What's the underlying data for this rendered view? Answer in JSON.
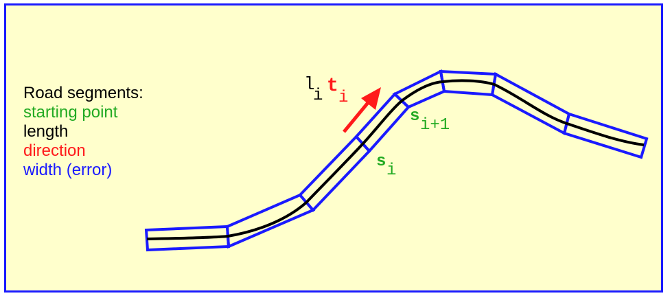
{
  "legend": {
    "title": "Road segments:",
    "starting_point": "starting point",
    "length": "length",
    "direction": "direction",
    "width": "width (error)"
  },
  "labels": {
    "l": "l",
    "l_sub": "i",
    "t": "t",
    "t_sub": "i",
    "s_i": "s",
    "s_i_sub": "i",
    "s_next": "s",
    "s_next_sub": "i+1"
  },
  "colors": {
    "background": "#ffffcc",
    "border": "#1a1aff",
    "green": "#22aa22",
    "black": "#000000",
    "red": "#ff1a1a",
    "blue": "#1a1aff"
  }
}
